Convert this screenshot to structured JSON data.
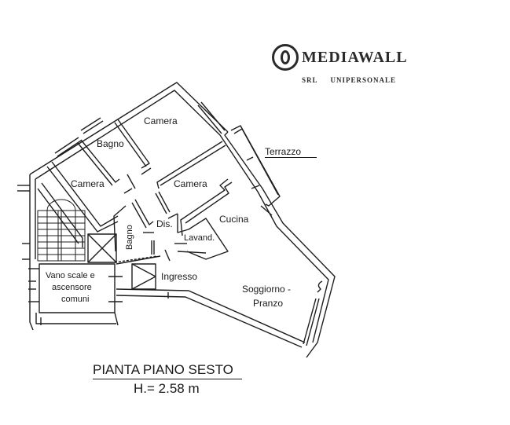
{
  "logo": {
    "brand": "MEDIAWALL",
    "subtitle_left": "SRL",
    "subtitle_right": "UNIPERSONALE"
  },
  "plan": {
    "title": "PIANTA PIANO SESTO",
    "height": "H.= 2.58 m",
    "rooms": {
      "camera_top": "Camera",
      "bagno_top": "Bagno",
      "camera_left": "Camera",
      "camera_center": "Camera",
      "terrazzo": "Terrazzo",
      "cucina": "Cucina",
      "dis": "Dis.",
      "lavand": "Lavand.",
      "bagno_small": "Bagno",
      "ingresso": "Ingresso",
      "soggiorno_1": "Soggiorno -",
      "soggiorno_2": "Pranzo",
      "vano_1": "Vano scale e",
      "vano_2": "ascensore",
      "vano_3": "comuni"
    }
  },
  "colors": {
    "line": "#1e1e1e",
    "background": "#ffffff"
  }
}
